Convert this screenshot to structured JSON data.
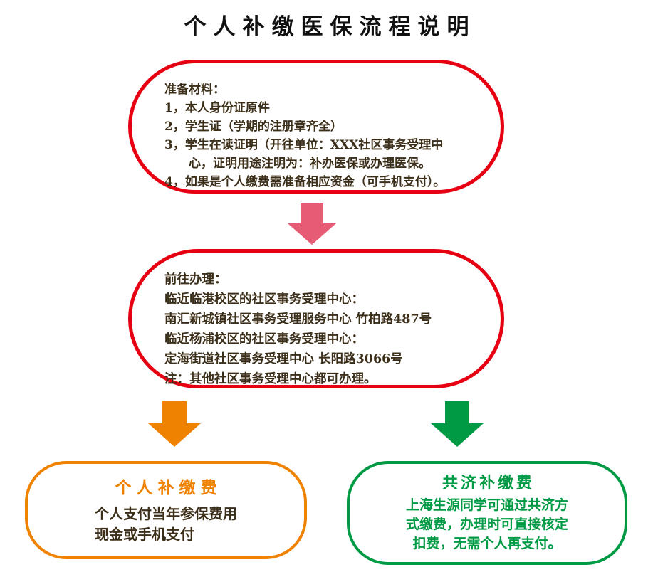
{
  "title": "个人补缴医保流程说明",
  "colors": {
    "red": "#e60012",
    "pink": "#e65c74",
    "orange": "#ef8200",
    "green": "#009a44",
    "text": "#3c2f1a"
  },
  "materials_box": {
    "lines": [
      "准备材料：",
      "1，本人身份证原件",
      "2，学生证（学期的注册章齐全）",
      "3，学生在读证明（开往单位：XXX社区事务受理中",
      "　　心，证明用途注明为：补办医保或办理医保。",
      "4，如果是个人缴费需准备相应资金（可手机支付）。"
    ]
  },
  "office_box": {
    "lines": [
      "前往办理：",
      "临近临港校区的社区事务受理中心：",
      "南汇新城镇社区事务受理服务中心 竹柏路487号",
      "临近杨浦校区的社区事务受理中心：",
      "定海街道社区事务受理中心 长阳路3066号",
      "注：其他社区事务受理中心都可办理。"
    ]
  },
  "personal_box": {
    "title": "个人补缴费",
    "lines": [
      "个人支付当年参保费用",
      "现金或手机支付"
    ]
  },
  "mutual_box": {
    "title": "共济补缴费",
    "lines": [
      "上海生源同学可通过共济方",
      "式缴费，办理时可直接核定",
      "扣费，无需个人再支付。"
    ]
  }
}
